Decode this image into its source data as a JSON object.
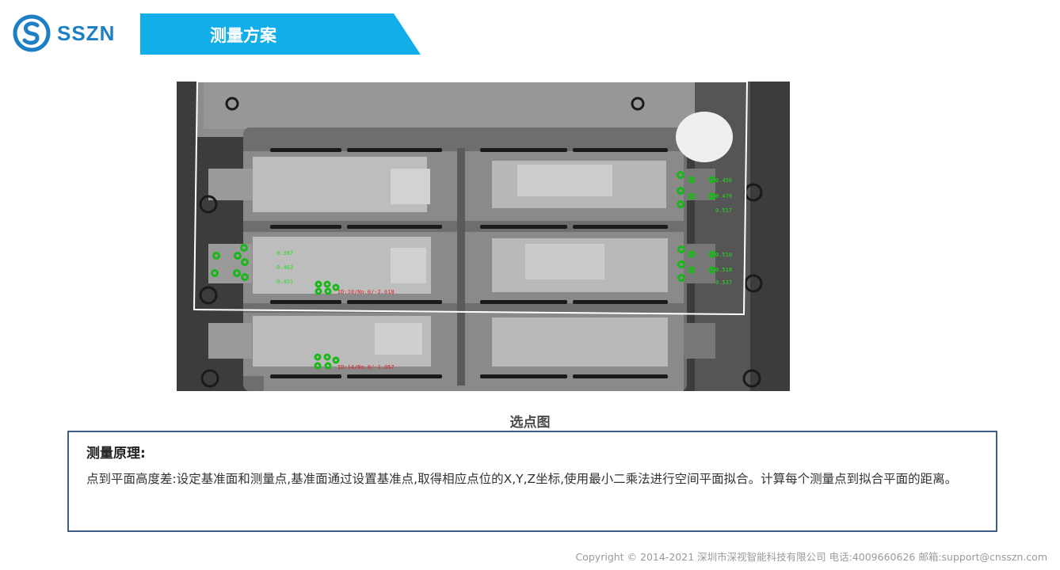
{
  "logo": {
    "text": "SSZN",
    "icon": "sszn-logo-icon"
  },
  "header": {
    "title": "测量方案"
  },
  "figure": {
    "caption": "选点图",
    "labels": {
      "r1": "0.456",
      "r2": "0.479",
      "r3": "0.517",
      "r4": "0.510",
      "r5": "0.518",
      "r6": "0.537",
      "l1": "0.387",
      "l2": "0.463",
      "l3": "0.451",
      "red1": "ID:10/No.0/-2.618",
      "red2": "ID:14/No.0/-1.057"
    }
  },
  "principle": {
    "title": "测量原理:",
    "body": "点到平面高度差:设定基准面和测量点,基准面通过设置基准点,取得相应点位的X,Y,Z坐标,使用最小二乘法进行空间平面拟合。计算每个测量点到拟合平面的距离。"
  },
  "footer": {
    "text": "Copyright © 2014-2021 深圳市深视智能科技有限公司  电话:4009660626  邮箱:support@cnsszn.com"
  },
  "colors": {
    "brand_blue": "#1f7fc4",
    "banner": "#12aeea",
    "box_border": "#3d5c8a",
    "marker_green": "#18b818",
    "label_red": "#e02020"
  }
}
